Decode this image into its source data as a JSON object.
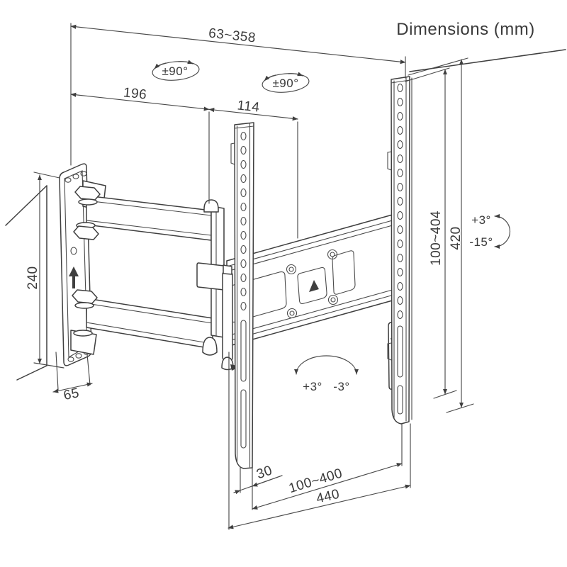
{
  "title": "Dimensions (mm)",
  "colors": {
    "background": "#ffffff",
    "line": "#3f3f3f",
    "text": "#3a3a3a"
  },
  "labels": {
    "extension_depth": "63~358",
    "swivel_arm": "±90°",
    "swivel_plate": "±90°",
    "arm_length": "196",
    "plate_offset": "114",
    "wall_plate_height": "240",
    "wall_plate_width": "65",
    "vesa_height_range": "100~404",
    "bracket_height": "420",
    "tilt_up": "+3°",
    "tilt_down": "-15°",
    "level_adjust_left": "+3°",
    "level_adjust_right": "-3°",
    "rail_inset": "30",
    "vesa_width_range": "100~400",
    "crossbar_length": "440"
  }
}
